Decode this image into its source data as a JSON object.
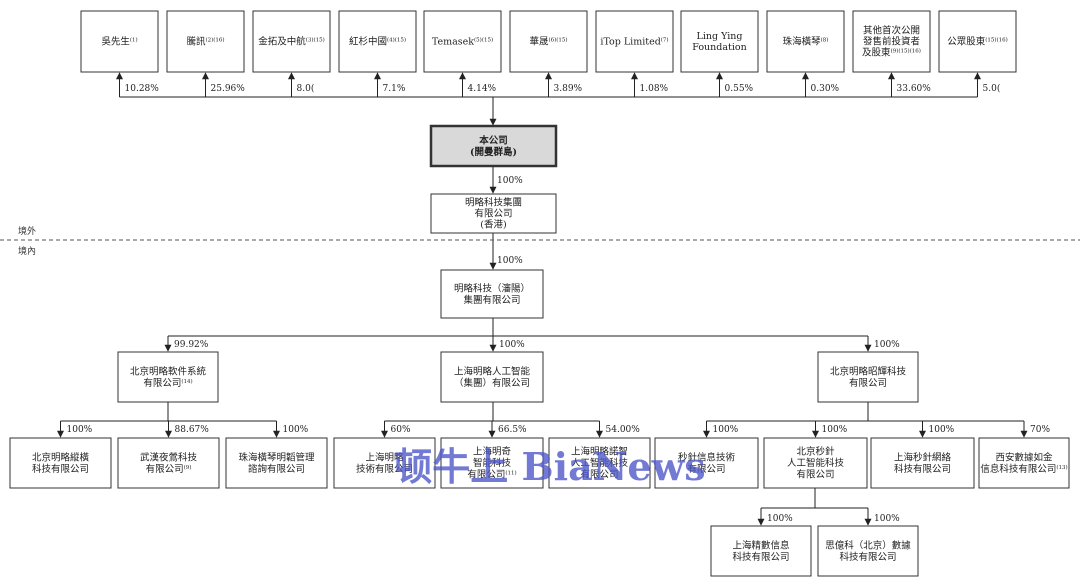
{
  "shareholders": [
    {
      "name": "吳先生",
      "note": "(1)",
      "pct": "10.28%"
    },
    {
      "name": "騰訊",
      "note": "(2)(16)",
      "pct": "25.96%"
    },
    {
      "name": "金拓及中航",
      "note": "(3)(15)",
      "pct": "8.0("
    },
    {
      "name": "紅杉中國",
      "note": "(4)(15)",
      "pct": "7.1%"
    },
    {
      "name": "Temasek",
      "note": "(5)(15)",
      "pct": "4.14%"
    },
    {
      "name": "華晟",
      "note": "(6)(15)",
      "pct": "3.89%"
    },
    {
      "name": "iTop Limited",
      "note": "(7)",
      "pct": "1.08%"
    },
    {
      "name": "Ling Ying\nFoundation",
      "note": "",
      "pct": "0.55%"
    },
    {
      "name": "珠海橫琴",
      "note": "(8)",
      "pct": "0.30%"
    },
    {
      "name": "其他首次公開\n發售前投資者\n及股東",
      "note": "(9)(15)(16)",
      "pct": "33.60%"
    },
    {
      "name": "公眾股東",
      "note": "(15)(16)",
      "pct": "5.0("
    }
  ],
  "company": {
    "line1": "本公司",
    "line2": "(開曼群島)"
  },
  "hk_entity": {
    "name": "明略科技集團\n有限公司\n(香港)",
    "pct": "100%"
  },
  "regions": {
    "offshore": "境外",
    "onshore": "境內"
  },
  "shenyang_entity": {
    "name": "明略科技（瀋陽）\n集團有限公司",
    "pct": "100%"
  },
  "second_level": [
    {
      "name": "北京明略軟件系統\n有限公司",
      "note": "(14)",
      "pct": "99.92%"
    },
    {
      "name": "上海明略人工智能\n（集團）有限公司",
      "note": "",
      "pct": "100%"
    },
    {
      "name": "北京明略昭輝科技\n有限公司",
      "note": "",
      "pct": "100%"
    }
  ],
  "third_level": [
    {
      "name": "北京明略縱橫\n科技有限公司",
      "note": "",
      "pct": "100%"
    },
    {
      "name": "武漢夜鶯科技\n有限公司",
      "note": "(9)",
      "pct": "88.67%"
    },
    {
      "name": "珠海橫琴明韜管理\n諮詢有限公司",
      "note": "",
      "pct": "100%"
    },
    {
      "name": "上海明略\n技術有限公司",
      "note": "",
      "pct": "60%"
    },
    {
      "name": "上海明奇\n智能科技\n有限公司",
      "note": "(11)",
      "pct": "66.5%"
    },
    {
      "name": "上海明略諾智\n人工智能科技\n有限公司",
      "note": "",
      "pct": "54.00%"
    },
    {
      "name": "秒針信息技術\n有限公司",
      "note": "",
      "pct": "100%"
    },
    {
      "name": "北京秒針\n人工智能科技\n有限公司",
      "note": "",
      "pct": "100%"
    },
    {
      "name": "上海秒針網絡\n科技有限公司",
      "note": "",
      "pct": "100%"
    },
    {
      "name": "西安數據如金\n信息科技有限公司",
      "note": "(13)",
      "pct": "70%"
    }
  ],
  "fourth_level": [
    {
      "name": "上海精數信息\n科技有限公司",
      "note": "",
      "pct": "100%"
    },
    {
      "name": "思億科（北京）數據\n科技有限公司",
      "note": "",
      "pct": "100%"
    }
  ],
  "watermark": "顿牛上 BiaNews"
}
